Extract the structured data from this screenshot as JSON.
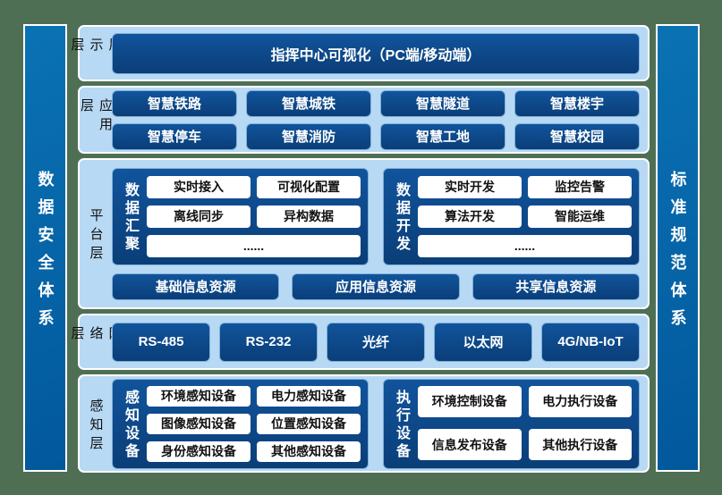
{
  "colors": {
    "canvas_bg": "#4f6f55",
    "pillar_top": "#0a72b4",
    "pillar_bottom": "#02589c",
    "panel_bg": "#b7d9f4",
    "panel_border": "#ffffff",
    "box_top": "#11549c",
    "box_bottom": "#0a3e78",
    "box_border": "#7fb0d9",
    "chip_bg": "#ffffff",
    "chip_text": "#111111",
    "label_text": "#111111",
    "box_text": "#ffffff"
  },
  "side_bars": {
    "left": "数据安全体系",
    "right": "标准规范体系"
  },
  "layers": [
    {
      "id": "display",
      "label": "展示层",
      "boxes": [
        "指挥中心可视化（PC端/移动端）"
      ]
    },
    {
      "id": "application",
      "label": "应用层",
      "boxes": [
        "智慧铁路",
        "智慧城铁",
        "智慧隧道",
        "智慧楼宇",
        "智慧停车",
        "智慧消防",
        "智慧工地",
        "智慧校园"
      ]
    },
    {
      "id": "platform",
      "label": "平台层",
      "groups": [
        {
          "label": "数据汇聚",
          "chips": [
            "实时接入",
            "可视化配置",
            "离线同步",
            "异构数据",
            "......"
          ]
        },
        {
          "label": "数据开发",
          "chips": [
            "实时开发",
            "监控告警",
            "算法开发",
            "智能运维",
            "......"
          ]
        }
      ],
      "resources": [
        "基础信息资源",
        "应用信息资源",
        "共享信息资源"
      ]
    },
    {
      "id": "network",
      "label": "网络层",
      "boxes": [
        "RS-485",
        "RS-232",
        "光纤",
        "以太网",
        "4G/NB-IoT"
      ]
    },
    {
      "id": "perception",
      "label": "感知层",
      "groups": [
        {
          "label": "感知设备",
          "chips": [
            "环境感知设备",
            "电力感知设备",
            "图像感知设备",
            "位置感知设备",
            "身份感知设备",
            "其他感知设备"
          ]
        },
        {
          "label": "执行设备",
          "chips": [
            "环境控制设备",
            "电力执行设备",
            "信息发布设备",
            "其他执行设备"
          ]
        }
      ]
    }
  ]
}
